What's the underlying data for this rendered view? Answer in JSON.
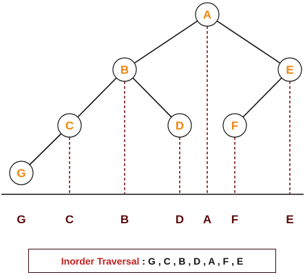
{
  "tree": {
    "nodes": [
      {
        "id": "A",
        "label": "A"
      },
      {
        "id": "B",
        "label": "B"
      },
      {
        "id": "E",
        "label": "E"
      },
      {
        "id": "C",
        "label": "C"
      },
      {
        "id": "D",
        "label": "D"
      },
      {
        "id": "F",
        "label": "F"
      },
      {
        "id": "G",
        "label": "G"
      }
    ],
    "edges": [
      [
        "A",
        "B"
      ],
      [
        "A",
        "E"
      ],
      [
        "B",
        "C"
      ],
      [
        "B",
        "D"
      ],
      [
        "E",
        "F"
      ],
      [
        "C",
        "G"
      ]
    ]
  },
  "order_labels": [
    "G",
    "C",
    "B",
    "D",
    "A",
    "F",
    "E"
  ],
  "caption": {
    "label": "Inorder Traversal",
    "separator": ":",
    "sequence": "G , C , B , D , A , F , E"
  },
  "colors": {
    "node_text": "#f0860f",
    "node_stroke": "#111111",
    "edge": "#111111",
    "dashed": "#7a1a1a",
    "order_text": "#5a0a0a",
    "caption_label": "#c41e1e",
    "caption_text": "#111111"
  }
}
